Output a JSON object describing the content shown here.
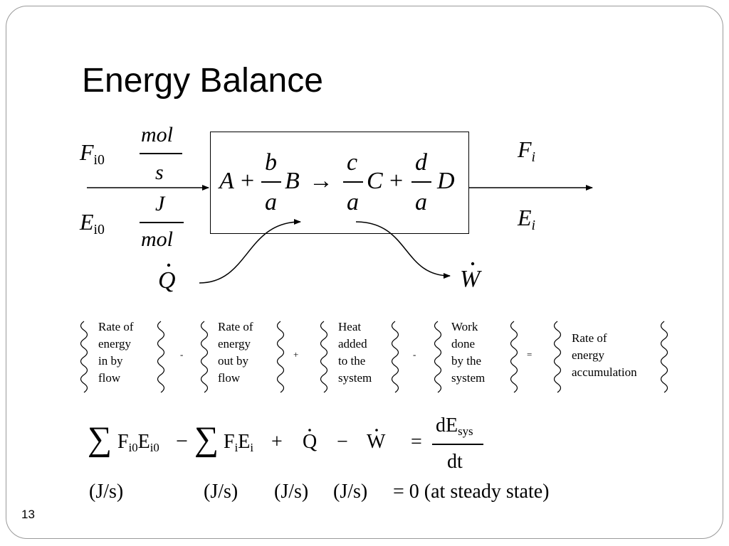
{
  "slide": {
    "title": "Energy Balance",
    "slide_number": "13"
  },
  "diagram": {
    "inlet_flow_symbol": "F",
    "inlet_flow_sub": "i0",
    "inlet_flow_units_num": "mol",
    "inlet_flow_units_den": "s",
    "inlet_energy_symbol": "E",
    "inlet_energy_sub": "i0",
    "inlet_energy_units_num": "J",
    "inlet_energy_units_den": "mol",
    "outlet_flow_symbol": "F",
    "outlet_flow_sub": "i",
    "outlet_energy_symbol": "E",
    "outlet_energy_sub": "i",
    "heat_symbol": "Q",
    "work_symbol": "W",
    "reaction": {
      "A": "A",
      "plus1": "+",
      "b": "b",
      "a1": "a",
      "B": "B",
      "arrow": "→",
      "c": "c",
      "a2": "a",
      "C": "C",
      "plus2": "+",
      "d": "d",
      "a3": "a",
      "D": "D"
    }
  },
  "terms": [
    {
      "lines": [
        "Rate of",
        "energy",
        "in by",
        "flow"
      ]
    },
    {
      "lines": [
        "Rate of",
        "energy",
        "out by",
        "flow"
      ]
    },
    {
      "lines": [
        "Heat",
        "added",
        "to the",
        "system"
      ]
    },
    {
      "lines": [
        "Work",
        "done",
        "by the",
        "system"
      ]
    },
    {
      "lines": [
        "Rate of",
        "energy",
        "accumulation"
      ]
    }
  ],
  "operators": [
    "-",
    "+",
    "-",
    "="
  ],
  "equation": {
    "sum1": "∑",
    "F1": "F",
    "F1_sub": "i0",
    "E1": "E",
    "E1_sub": "i0",
    "minus1": "−",
    "sum2": "∑",
    "F2": "F",
    "F2_sub": "i",
    "E2": "E",
    "E2_sub": "i",
    "plus": "+",
    "Q": "Q",
    "minus2": "−",
    "W": "W",
    "equals": "=",
    "dE": "dE",
    "dE_sub": "sys",
    "dt": "dt"
  },
  "units_row": {
    "u1": "(J/s)",
    "u2": "(J/s)",
    "u3": "(J/s)",
    "u4": "(J/s)",
    "steady": "= 0 (at steady state)"
  }
}
